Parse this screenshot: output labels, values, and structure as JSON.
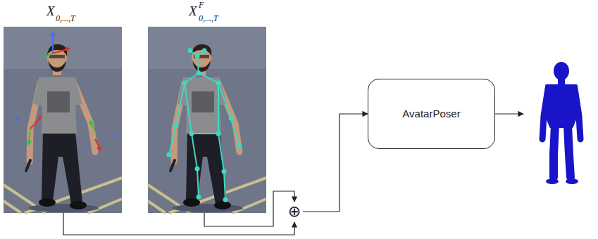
{
  "diagram": {
    "nodes": [
      {
        "text": [
          "⊕"
        ]
      },
      {
        "text": [
          "AvatarPoser"
        ]
      }
    ],
    "edges": [
      {
        "from": 0,
        "to": 1,
        "arrow": "to"
      }
    ],
    "labels": [
      "X",
      "0,...,T",
      "X",
      "F",
      "0,...,T"
    ]
  }
}
